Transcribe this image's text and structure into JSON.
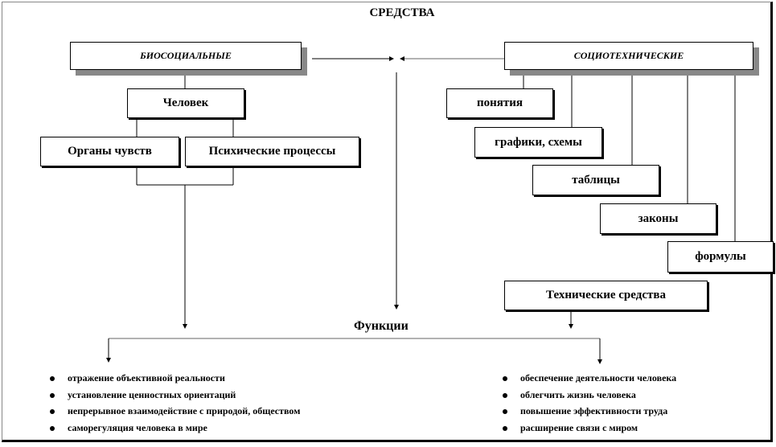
{
  "title": "СРЕДСТВА",
  "biosocial": {
    "label": "БИОСОЦИАЛЬНЫЕ",
    "human": "Человек",
    "senses": "Органы чувств",
    "mental": "Психические процессы"
  },
  "sociotech": {
    "label": "СОЦИОТЕХНИЧЕСКИЕ",
    "items": [
      "понятия",
      "графики, схемы",
      "таблицы",
      "законы",
      "формулы"
    ],
    "tech": "Технические средства"
  },
  "functions": {
    "label": "Функции",
    "left": [
      "отражение объективной реальности",
      "установление ценностных ориентаций",
      "непрерывное взаимодействие с природой, обществом",
      "саморегуляция  человека в мире"
    ],
    "right": [
      "обеспечение деятельности человека",
      "облегчить  жизнь человека",
      "повышение эффективности труда",
      "расширение связи с миром"
    ]
  }
}
